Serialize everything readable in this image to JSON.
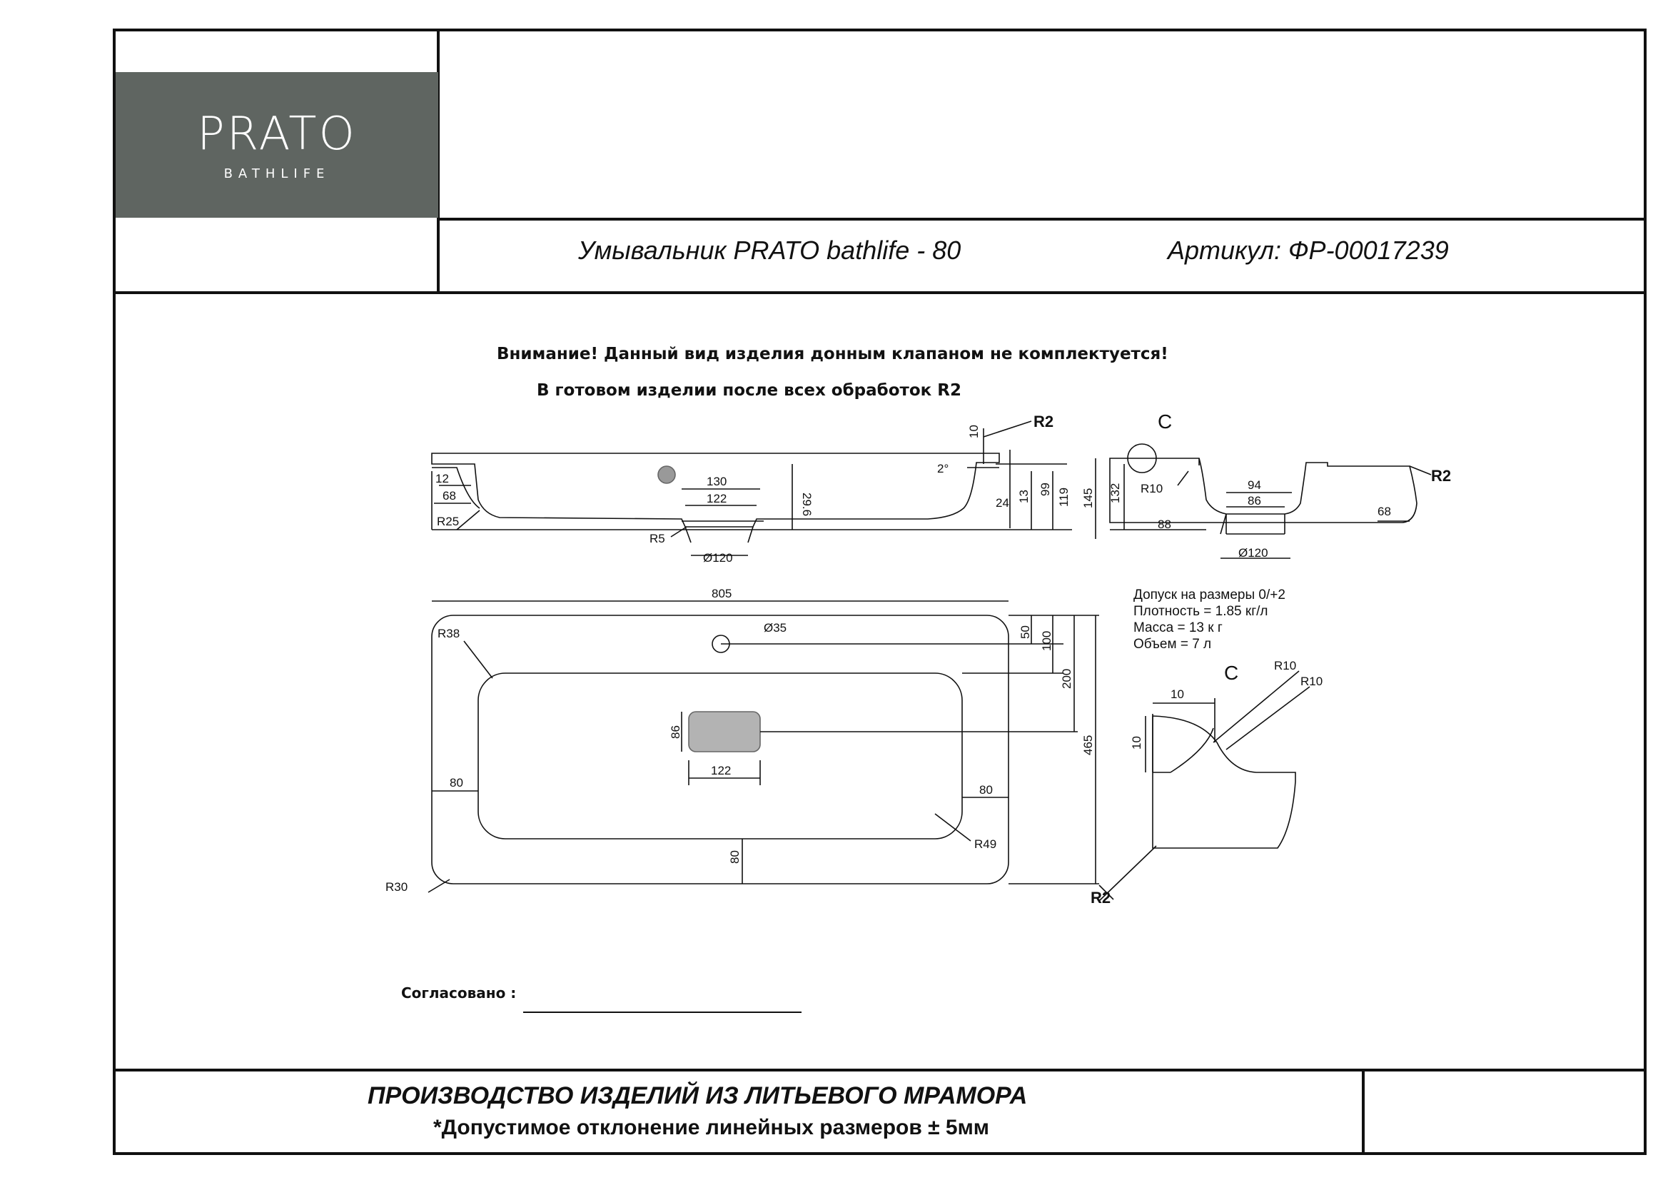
{
  "logo": {
    "main": "PRATO",
    "sub": "BATHLIFE"
  },
  "header": {
    "product": "Умывальник PRATO bathlife - 80",
    "article": "Артикул: ФР-00017239"
  },
  "notes": {
    "attention": "Внимание!    Данный вид изделия донным клапаном не комплектуется!",
    "finish": "В готовом изделии после всех обработок R2"
  },
  "specs": {
    "tolerance": "Допуск на размеры 0/+2",
    "density": "Плотность = 1.85 кг/л",
    "mass": "Масса = 13 к г",
    "volume": "Объем = 7 л"
  },
  "approved_label": "Согласовано :",
  "footer": {
    "main": "ПРОИЗВОДСТВО ИЗДЕЛИЙ ИЗ ЛИТЬЕВОГО МРАМОРА",
    "sub": "*Допустимое отклонение линейных размеров  ± 5мм"
  },
  "dimensions": {
    "front": {
      "d10": "10",
      "r2": "R2",
      "deg": "2°",
      "d24": "24",
      "d13": "13",
      "d99": "99",
      "d119": "119",
      "d130": "130",
      "d122": "122",
      "d29_6": "29.6",
      "d12": "12",
      "d68": "68",
      "r25": "R25",
      "r5": "R5",
      "dia120": "Ø120"
    },
    "side": {
      "c": "C",
      "r10": "R10",
      "d145": "145",
      "d132": "132",
      "d94": "94",
      "d86": "86",
      "d88": "88",
      "d68": "68",
      "r2": "R2",
      "dia120": "Ø120"
    },
    "top": {
      "d805": "805",
      "r38": "R38",
      "dia35": "Ø35",
      "d50": "50",
      "d100": "100",
      "d200": "200",
      "d465": "465",
      "d86": "86",
      "d122": "122",
      "d80_left": "80",
      "d80_right": "80",
      "d80_bottom": "80",
      "r49": "R49",
      "r30": "R30",
      "r2": "R2"
    },
    "detail": {
      "c": "C",
      "r10_a": "R10",
      "r10_b": "R10",
      "d10_h": "10",
      "d10_v": "10"
    }
  }
}
